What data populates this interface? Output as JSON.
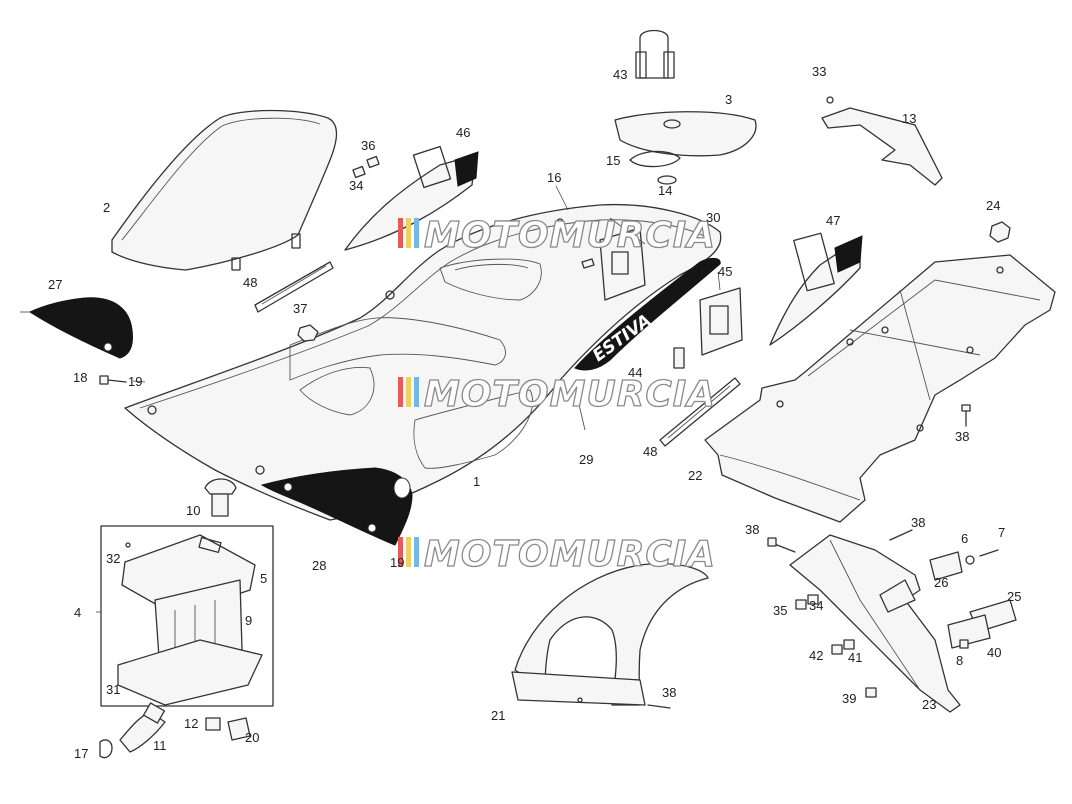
{
  "labels": {
    "l1": "1",
    "l2": "2",
    "l3": "3",
    "l4": "4",
    "l5": "5",
    "l6": "6",
    "l7": "7",
    "l8": "8",
    "l9": "9",
    "l10": "10",
    "l11": "11",
    "l12": "12",
    "l13": "13",
    "l14": "14",
    "l15": "15",
    "l16": "16",
    "l17": "17",
    "l18": "18",
    "l19a": "19",
    "l19b": "19",
    "l20": "20",
    "l21": "21",
    "l22": "22",
    "l23": "23",
    "l24": "24",
    "l25": "25",
    "l26": "26",
    "l27": "27",
    "l28": "28",
    "l29": "29",
    "l30": "30",
    "l31": "31",
    "l32": "32",
    "l33": "33",
    "l34a": "34",
    "l34b": "34",
    "l35": "35",
    "l36": "36",
    "l37": "37",
    "l38a": "38",
    "l38b": "38",
    "l38c": "38",
    "l38d": "38",
    "l39": "39",
    "l40": "40",
    "l41": "41",
    "l42": "42",
    "l43": "43",
    "l44": "44",
    "l45": "45",
    "l46": "46",
    "l47": "47",
    "l48a": "48",
    "l48b": "48"
  },
  "watermark": {
    "text": "MOTOMURCIA"
  },
  "decal": {
    "text": "ESTIVA"
  },
  "colors": {
    "line": "#333333",
    "dark_panel": "#151515",
    "watermark_outline": "#8a8a8a",
    "stripe_1": "#e85a5a",
    "stripe_2": "#f0d060",
    "stripe_3": "#6fb8e8"
  }
}
